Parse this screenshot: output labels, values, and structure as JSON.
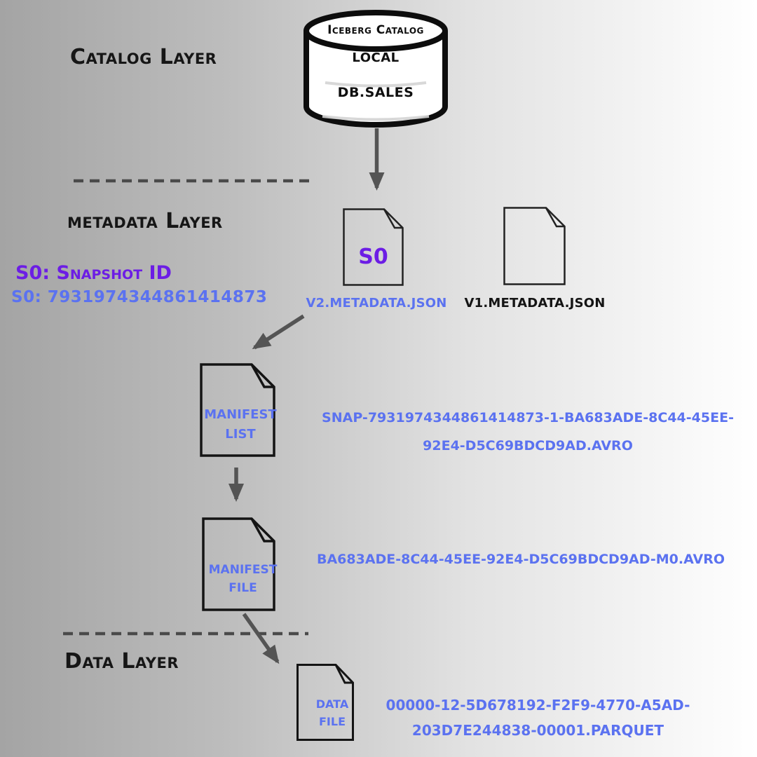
{
  "colors": {
    "ink": "#141414",
    "accent_blue": "#5b72f0",
    "accent_purple": "#6c1de5",
    "connector_gray": "#545454",
    "background_left": "#a4a4a4",
    "background_right": "#ffffff"
  },
  "catalog_layer": {
    "label": "Catalog Layer",
    "database": {
      "title": "Iceberg Catalog",
      "rows": [
        "LOCAL",
        "DB.SALES"
      ]
    }
  },
  "metadata_layer": {
    "label": "metadata Layer",
    "note": {
      "snapshot_key": "S0: Snapshot ID",
      "snapshot_value": "S0: 7931974344861414873"
    },
    "v2_file": {
      "badge": "S0",
      "label": "V2.METADATA.JSON"
    },
    "v1_file": {
      "label": "V1.METADATA.JSON"
    },
    "manifest_list": {
      "title": "MANIFEST LIST",
      "filename": "SNAP-7931974344861414873-1-BA683ADE-8C44-45EE-92E4-D5C69BDCD9AD.AVRO"
    },
    "manifest_file": {
      "title": "MANIFEST FILE",
      "filename": "BA683ADE-8C44-45EE-92E4-D5C69BDCD9AD-M0.AVRO"
    }
  },
  "data_layer": {
    "label": "Data Layer",
    "data_file": {
      "title": "DATA FILE",
      "filename": "00000-12-5D678192-F2F9-4770-A5AD-203D7E244838-00001.PARQUET"
    }
  }
}
